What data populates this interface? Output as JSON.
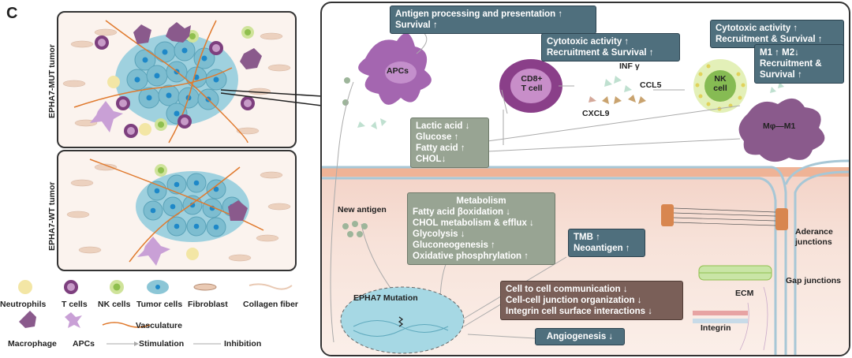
{
  "panel_letter": "C",
  "tumor_labels": {
    "mut": "EPHA7-MUT tumor",
    "wt": "EPHA7-WT tumor"
  },
  "legend": {
    "neutrophils": "Neutrophils",
    "t_cells": "T cells",
    "nk_cells": "NK cells",
    "tumor_cells": "Tumor cells",
    "fibroblast": "Fibroblast",
    "collagen": "Collagen fiber",
    "macrophage": "Macrophage",
    "apcs": "APCs",
    "vasculature": "Vasculature",
    "stimulation": "Stimulation",
    "inhibition": "Inhibition"
  },
  "cells": {
    "apcs": "APCs",
    "cd8_line1": "CD8+",
    "cd8_line2": "T cell",
    "nk_line1": "NK",
    "nk_line2": "cell",
    "macrophage": "Mφ—M1",
    "mutation": "EPHA7 Mutation"
  },
  "chemokines": {
    "infg": "INF γ",
    "ccl5": "CCL5",
    "cxcl9": "CXCL9"
  },
  "labels": {
    "new_antigen": "New antigen",
    "adherence": "Aderance junctions",
    "gap": "Gap junctions",
    "ecm": "ECM",
    "integrin": "Integrin"
  },
  "boxes": {
    "apc_box": [
      "Antigen processing and presentation ↑",
      "Survival ↑"
    ],
    "cd8_box": [
      "Cytotoxic activity ↑",
      "Recruitment & Survival ↑"
    ],
    "nk_box": [
      "Cytotoxic activity ↑",
      "Recruitment & Survival ↑"
    ],
    "m1_box": [
      "M1 ↑ M2↓",
      "Recruitment &",
      "Survival ↑"
    ],
    "lactic_box": [
      "Lactic acid ↓",
      "Glucose ↑",
      "Fatty acid ↑",
      "CHOL↓"
    ],
    "metabolism_title": "Metabolism",
    "metabolism_box": [
      "Fatty acid βoxidation ↓",
      "CHOL metabolism & efflux ↓",
      "Glycolysis ↓",
      "Gluconeogenesis ↑",
      "Oxidative phosphrylation ↑"
    ],
    "tmb_box": [
      "TMB ↑",
      "Neoantigen ↑"
    ],
    "comm_box": [
      "Cell to cell communication ↓",
      "Cell-cell junction organization  ↓",
      "Integrin cell surface interactions ↓"
    ],
    "angio_box": [
      "Angiogenesis ↓"
    ]
  },
  "colors": {
    "blue_box": "#4f6f7d",
    "gray_box": "#98a493",
    "brown_box": "#7a5f58",
    "membrane": "#e7a98c",
    "tumor_cell": "#8cc6d6",
    "macrophage": "#8a5a8c",
    "vessel": "#e07a2e"
  }
}
